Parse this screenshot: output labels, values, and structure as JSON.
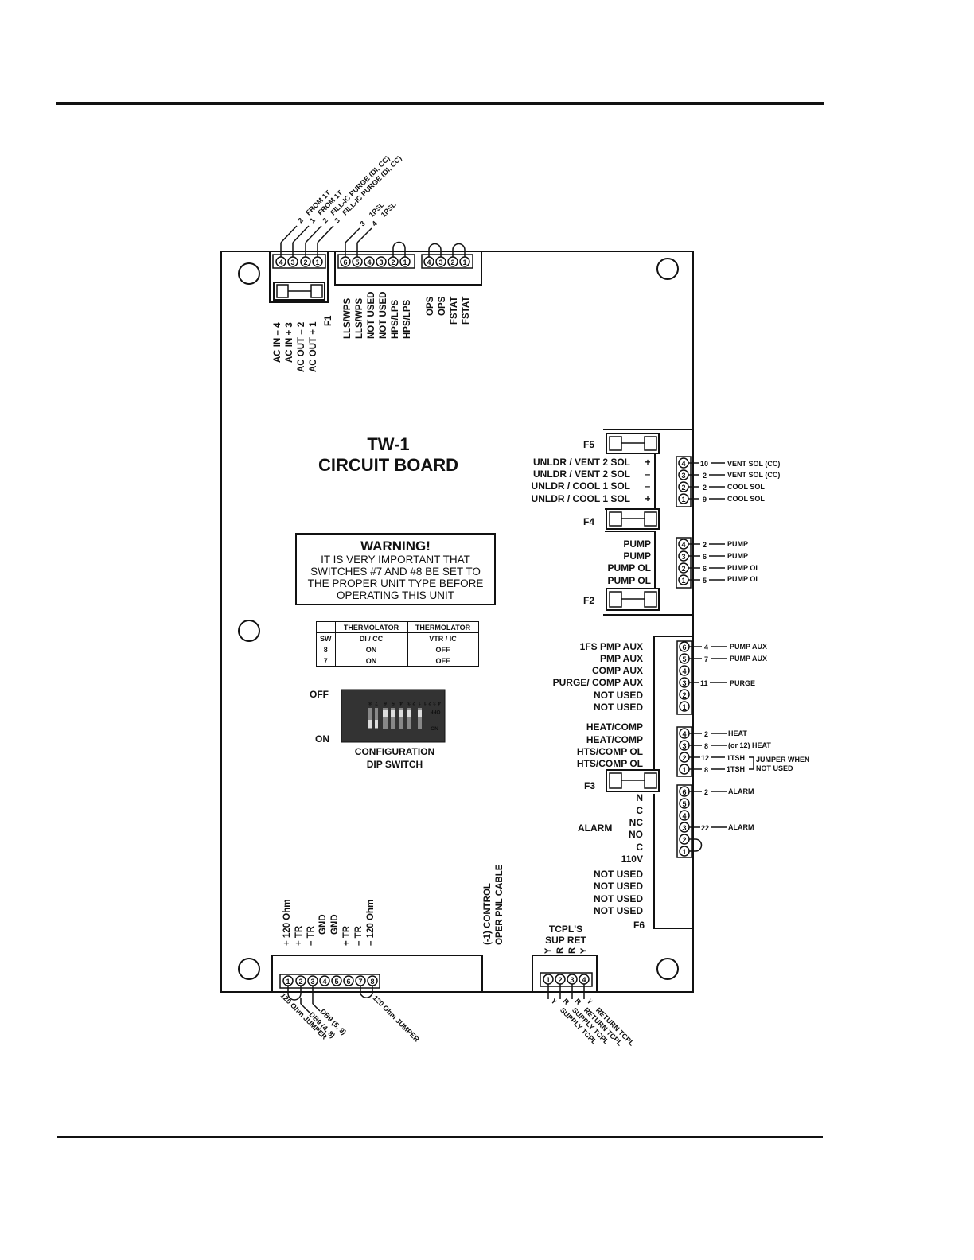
{
  "board": {
    "title_line1": "TW-1",
    "title_line2": "CIRCUIT BOARD"
  },
  "warning": {
    "title": "WARNING!",
    "lines": [
      "IT IS VERY IMPORTANT THAT",
      "SWITCHES #7 AND #8 BE SET TO",
      "THE PROPER UNIT TYPE BEFORE",
      "OPERATING THIS UNIT"
    ]
  },
  "switch_table": {
    "header1": [
      "",
      "THERMOLATOR",
      "THERMOLATOR"
    ],
    "header2": [
      "SW",
      "DI / CC",
      "VTR / IC"
    ],
    "rows": [
      [
        "8",
        "ON",
        "OFF"
      ],
      [
        "7",
        "ON",
        "OFF"
      ]
    ]
  },
  "dip_switch": {
    "label_off": "OFF",
    "label_on": "ON",
    "caption_line1": "CONFIGURATION",
    "caption_line2": "DIP SWITCH",
    "inner_off": "OFF",
    "inner_on": "ON",
    "numbers_left": [
      "8",
      "7",
      "6",
      "5",
      "4",
      "3",
      "2",
      "1"
    ],
    "numbers_right": [
      "1",
      "2",
      "3",
      "4"
    ]
  },
  "top_left_terminal": {
    "pins": [
      "4",
      "3",
      "2",
      "1"
    ],
    "wire_numbers": [
      "2",
      "1",
      "2",
      "3"
    ],
    "wire_labels": [
      "FROM 1T",
      "FROM 1T",
      "FILL-IC PURGE (DI, CC)",
      "FILL-IC PURGE (DI, CC)"
    ],
    "board_labels": [
      "AC IN  –  4",
      "AC IN  +  3",
      "AC OUT  –  2",
      "AC OUT  +  1",
      "F1"
    ]
  },
  "top_mid_terminal": {
    "pins": [
      "6",
      "5",
      "4",
      "3",
      "2",
      "1"
    ],
    "wire_numbers": [
      "3",
      "4"
    ],
    "wire_labels": [
      "1PSL",
      "1PSL"
    ],
    "board_labels": [
      "LLS/WPS",
      "LLS/WPS",
      "NOT USED",
      "NOT USED",
      "HPS/LPS",
      "HPS/LPS"
    ]
  },
  "top_right_terminal": {
    "pins": [
      "4",
      "3",
      "2",
      "1"
    ],
    "board_labels": [
      "OPS",
      "OPS",
      "FSTAT",
      "FSTAT"
    ]
  },
  "fuses": {
    "f2": "F2",
    "f3": "F3",
    "f4": "F4",
    "f5": "F5",
    "f6": "F6"
  },
  "right_t1": {
    "board_labels": [
      "UNLDR  / VENT 2 SOL",
      "UNLDR  / VENT 2 SOL",
      "UNLDR / COOL 1 SOL",
      "UNLDR / COOL 1 SOL"
    ],
    "polarity": [
      "+",
      "–",
      "–",
      "+"
    ],
    "pins": [
      "4",
      "3",
      "2",
      "1"
    ],
    "wire_numbers": [
      "10",
      "2",
      "2",
      "9"
    ],
    "wire_labels": [
      "VENT SOL (CC)",
      "VENT SOL (CC)",
      "COOL SOL",
      "COOL SOL"
    ]
  },
  "right_t2": {
    "board_labels": [
      "PUMP",
      "PUMP",
      "PUMP OL",
      "PUMP OL"
    ],
    "pins": [
      "4",
      "3",
      "2",
      "1"
    ],
    "wire_numbers": [
      "2",
      "6",
      "6",
      "5"
    ],
    "wire_labels": [
      "PUMP",
      "PUMP",
      "PUMP OL",
      "PUMP OL"
    ]
  },
  "right_t3": {
    "board_labels": [
      "1FS PMP AUX",
      "PMP AUX",
      "COMP AUX",
      "PURGE/ COMP AUX",
      "NOT USED",
      "NOT USED"
    ],
    "pins": [
      "6",
      "5",
      "4",
      "3",
      "2",
      "1"
    ],
    "wires": [
      {
        "num": "4",
        "label": "PUMP AUX"
      },
      {
        "num": "7",
        "label": "PUMP AUX"
      },
      {
        "num": "11",
        "label": "PURGE"
      }
    ]
  },
  "right_t4": {
    "board_labels": [
      "HEAT/COMP",
      "HEAT/COMP",
      "HTS/COMP OL",
      "HTS/COMP OL"
    ],
    "pins": [
      "4",
      "3",
      "2",
      "1"
    ],
    "wire_numbers": [
      "2",
      "8",
      "12",
      "8"
    ],
    "wire_labels": [
      "HEAT",
      "(or 12) HEAT",
      "1TSH",
      "1TSH"
    ],
    "jumper_note_line1": "JUMPER WHEN",
    "jumper_note_line2": "NOT USED"
  },
  "right_t5": {
    "board_labels": [
      "N",
      "C",
      "NC",
      "NO",
      "C",
      "110V"
    ],
    "alarm_label": "ALARM",
    "pins": [
      "6",
      "5",
      "4",
      "3",
      "2",
      "1"
    ],
    "wires": [
      {
        "num": "2",
        "label": "ALARM"
      },
      {
        "num": "22",
        "label": "ALARM"
      }
    ],
    "extra_labels": [
      "NOT USED",
      "NOT USED",
      "NOT USED",
      "NOT USED"
    ]
  },
  "bottom_left_terminal": {
    "pins": [
      "1",
      "2",
      "3",
      "4",
      "5",
      "6",
      "7",
      "8"
    ],
    "board_labels": [
      "+  120 Ohm",
      "+  TR",
      "–  TR",
      "GND",
      "GND",
      "+  TR",
      "–  TR",
      "–  120 Ohm"
    ],
    "wire_labels": [
      "120 Ohm JUMPER",
      "DB9 (4, 8)",
      "DB9 (5, 9)",
      "120 Ohm JUMPER"
    ]
  },
  "control_cable": {
    "line1": "(-1) CONTROL",
    "line2": "OPER PNL CABLE"
  },
  "bottom_right_terminal": {
    "header1": "TCPL'S",
    "header2": "SUP  RET",
    "col_letters": [
      "Y",
      "R",
      "R",
      "Y"
    ],
    "pins": [
      "1",
      "2",
      "3",
      "4"
    ],
    "wire_letters": [
      "Y",
      "R",
      "R",
      "Y"
    ],
    "wire_labels": [
      "SUPPLY TCPL",
      "SUPPLY TCPL",
      "RETURN TCPL",
      "RETURN TCPL"
    ]
  }
}
